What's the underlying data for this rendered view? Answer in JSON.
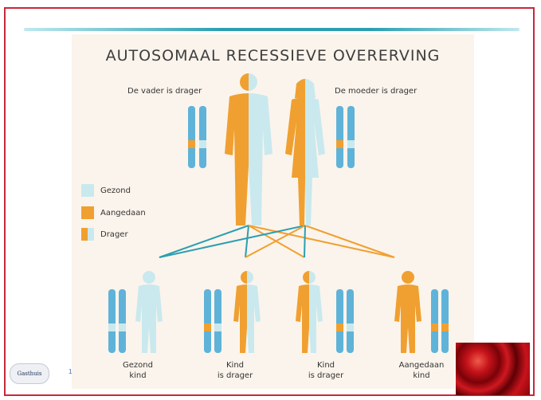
{
  "title": "AUTOSOMAAL RECESSIEVE OVERERVING",
  "parents": {
    "father_label": "De vader is drager",
    "mother_label": "De moeder is drager"
  },
  "legend": {
    "healthy": "Gezond",
    "affected": "Aangedaan",
    "carrier": "Drager"
  },
  "children": [
    {
      "line1": "Gezond",
      "line2": "kind"
    },
    {
      "line1": "Kind",
      "line2": "is drager"
    },
    {
      "line1": "Kind",
      "line2": "is drager"
    },
    {
      "line1": "Aangedaan",
      "line2": "kind"
    }
  ],
  "slide_number": "1",
  "logo_text": "Gasthuis",
  "colors": {
    "healthy": "#c9e9ee",
    "affected": "#f0a030",
    "chromosome": "#5fb3d8",
    "line_blue": "#2a9fb0",
    "line_orange": "#f0a030",
    "frame": "#c8283a"
  }
}
